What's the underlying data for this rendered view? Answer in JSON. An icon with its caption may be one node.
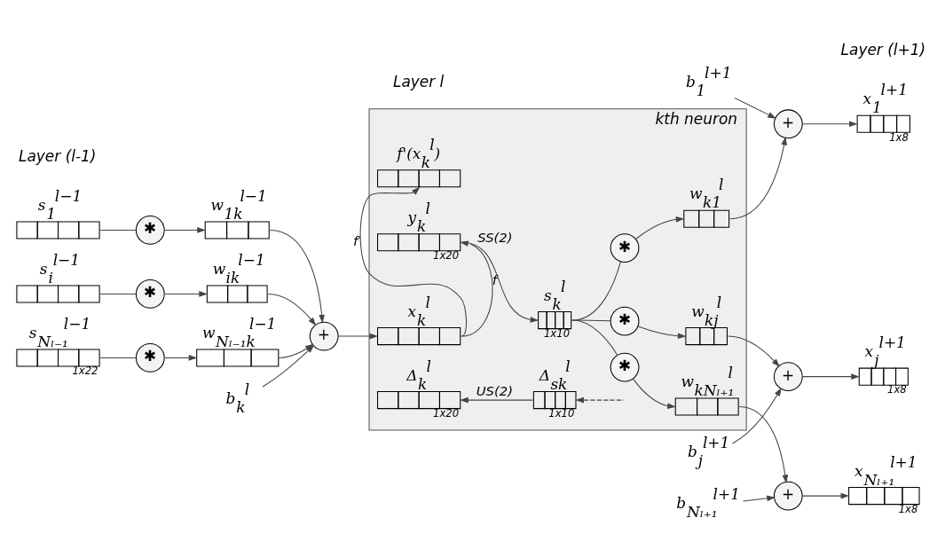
{
  "diagram": {
    "nodes": [
      {
        "text": [
          "s$_{1}$$^{l−1}$"
        ]
      },
      {
        "text": [
          "✱"
        ]
      },
      {
        "text": [
          "w$_{1k}$$^{l−1}$"
        ]
      },
      {
        "text": [
          "s$_{i}$$^{l−1}$"
        ]
      },
      {
        "text": [
          "✱"
        ]
      },
      {
        "text": [
          "w$_{ik}$$^{l−1}$"
        ]
      },
      {
        "text": [
          "s$_{Nₗ₋₁}$$^{l−1}$"
        ],
        "beside": [
          "1x22"
        ]
      },
      {
        "text": [
          "✱"
        ]
      },
      {
        "text": [
          "w$_{Nₗ₋₁k}$$^{l−1}$"
        ]
      },
      {
        "text": [
          "+"
        ]
      },
      {
        "text": [
          "b$_{k}$$^{l}$"
        ]
      },
      {
        "text": [
          "kth neuron"
        ]
      },
      {
        "text": [
          "f'(x$_{k}$$^{l}$)"
        ],
        "in": 11
      },
      {
        "text": [
          "x$_{k}$$^{l}$"
        ],
        "in": 11
      },
      {
        "text": [
          "y$_{k}$$^{l}$"
        ],
        "in": 11,
        "beside": [
          "1x20"
        ]
      },
      {
        "text": [
          "s$_{k}$$^{l}$"
        ],
        "in": 11,
        "beside": [
          "1x10"
        ]
      },
      {
        "text": [
          "Δ$_{k}$$^{l}$"
        ],
        "in": 11,
        "beside": [
          "1x20"
        ]
      },
      {
        "text": [
          "Δ$_{sk}$$^{l}$"
        ],
        "in": 11,
        "beside": [
          "1x10"
        ]
      },
      {
        "text": [
          "✱"
        ],
        "in": 11
      },
      {
        "text": [
          "✱"
        ],
        "in": 11
      },
      {
        "text": [
          "✱"
        ],
        "in": 11
      },
      {
        "text": [
          "w$_{k1}$$^{l}$"
        ],
        "in": 11
      },
      {
        "text": [
          "w$_{kj}$$^{l}$"
        ],
        "in": 11
      },
      {
        "text": [
          "w$_{kNₗ₊₁}$$^{l}$"
        ],
        "in": 11
      },
      {
        "text": [
          "b$_{1}$$^{l+1}$"
        ]
      },
      {
        "text": [
          "+"
        ]
      },
      {
        "text": [
          "x$_{1}$$^{l+1}$"
        ],
        "beside": [
          "1x8"
        ]
      },
      {
        "text": [
          "b$_{j}$$^{l+1}$"
        ]
      },
      {
        "text": [
          "+"
        ]
      },
      {
        "text": [
          "x$_{j}$$^{l+1}$"
        ],
        "beside": [
          "1x8"
        ]
      },
      {
        "text": [
          "b$_{Nₗ₊₁}$$^{l+1}$"
        ]
      },
      {
        "text": [
          "+"
        ]
      },
      {
        "text": [
          "x$_{Nₗ₊₁}$$^{l+1}$"
        ],
        "beside": [
          "1x8"
        ]
      }
    ],
    "edges": [
      {
        "from": 0,
        "to": 1,
        "arrow": "none"
      },
      {
        "from": 1,
        "to": 2,
        "arrow": "to"
      },
      {
        "from": 2,
        "to": 9,
        "arrow": "to"
      },
      {
        "from": 3,
        "to": 4,
        "arrow": "none"
      },
      {
        "from": 4,
        "to": 5,
        "arrow": "to"
      },
      {
        "from": 5,
        "to": 9,
        "arrow": "to"
      },
      {
        "from": 6,
        "to": 7,
        "arrow": "none"
      },
      {
        "from": 7,
        "to": 8,
        "arrow": "to"
      },
      {
        "from": 8,
        "to": 9,
        "arrow": "to"
      },
      {
        "from": 10,
        "to": 9,
        "arrow": "to"
      },
      {
        "from": 9,
        "to": 13,
        "arrow": "to"
      },
      {
        "from": 13,
        "to": 12,
        "arrow": "to",
        "label": "f′"
      },
      {
        "from": 13,
        "to": 14,
        "arrow": "to",
        "label": "f"
      },
      {
        "from": 14,
        "to": 15,
        "arrow": "to",
        "label": "SS(2)"
      },
      {
        "from": 15,
        "to": 18,
        "arrow": "none"
      },
      {
        "from": 15,
        "to": 19,
        "arrow": "none"
      },
      {
        "from": 15,
        "to": 20,
        "arrow": "none"
      },
      {
        "from": 18,
        "to": 21,
        "arrow": "to"
      },
      {
        "from": 19,
        "to": 22,
        "arrow": "to"
      },
      {
        "from": 20,
        "to": 23,
        "arrow": "to"
      },
      {
        "from": 21,
        "to": 25,
        "arrow": "to"
      },
      {
        "from": 22,
        "to": 28,
        "arrow": "to"
      },
      {
        "from": 23,
        "to": 31,
        "arrow": "to"
      },
      {
        "from": 24,
        "to": 25,
        "arrow": "to"
      },
      {
        "from": 25,
        "to": 26,
        "arrow": "to"
      },
      {
        "from": 27,
        "to": 28,
        "arrow": "to"
      },
      {
        "from": 28,
        "to": 29,
        "arrow": "to"
      },
      {
        "from": 30,
        "to": 31,
        "arrow": "to"
      },
      {
        "from": 31,
        "to": 32,
        "arrow": "to"
      },
      {
        "from": 17,
        "to": 16,
        "arrow": "to",
        "label": "US(2)"
      },
      {
        "from": null,
        "to": 17,
        "arrow": "to",
        "style": "dashed"
      }
    ],
    "labels": [
      "Layer (l-1)",
      "Layer l",
      "Layer (l+1)"
    ]
  }
}
